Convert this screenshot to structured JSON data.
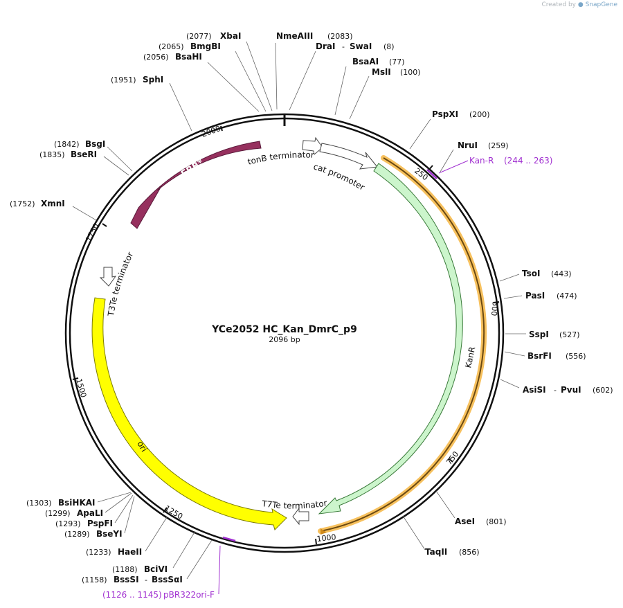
{
  "credit": {
    "prefix": "Created by",
    "brand": "SnapGene"
  },
  "plasmid": {
    "name": "YCe2052 HC_Kan_DmrC_p9",
    "length_label": "2096 bp"
  },
  "ticks": [
    "250",
    "500",
    "750",
    "1000",
    "1250",
    "1500",
    "1750",
    "2000"
  ],
  "features": [
    {
      "label": "FRB*",
      "color": "#96305e",
      "type": "cds",
      "direction": "reverse"
    },
    {
      "label": "tonB terminator",
      "color": "#ffffff",
      "type": "terminator",
      "direction": "forward"
    },
    {
      "label": "cat promoter",
      "color": "#ffffff",
      "type": "promoter",
      "direction": "forward"
    },
    {
      "label": "KanR",
      "color": "#ccf5cc",
      "type": "cds",
      "direction": "forward"
    },
    {
      "label": "T7Te terminator",
      "color": "#ffffff",
      "type": "terminator",
      "direction": "reverse"
    },
    {
      "label": "ori",
      "color": "#ffff00",
      "type": "rep_origin",
      "direction": "forward"
    },
    {
      "label": "T3Te terminator",
      "color": "#ffffff",
      "type": "terminator",
      "direction": "reverse"
    }
  ],
  "primers": [
    {
      "name": "Kan-R",
      "range": "(244 .. 263)",
      "color": "#a02fd0"
    },
    {
      "name": "pBR322ori-F",
      "range": "(1126 .. 1145)",
      "color": "#a02fd0"
    }
  ],
  "enzymes": [
    {
      "name": "XbaI",
      "pos": "(2077)"
    },
    {
      "name": "BmgBI",
      "pos": "(2065)"
    },
    {
      "name": "BsaHI",
      "pos": "(2056)"
    },
    {
      "name": "NmeAIII",
      "pos": "(2083)"
    },
    {
      "name": "DraI",
      "pos": "(8)",
      "pair": "SwaI",
      "dash": "-"
    },
    {
      "name": "BsaAI",
      "pos": "(77)"
    },
    {
      "name": "MslI",
      "pos": "(100)"
    },
    {
      "name": "SphI",
      "pos": "(1951)"
    },
    {
      "name": "PspXI",
      "pos": "(200)"
    },
    {
      "name": "NruI",
      "pos": "(259)"
    },
    {
      "name": "BsgI",
      "pos": "(1842)"
    },
    {
      "name": "BseRI",
      "pos": "(1835)"
    },
    {
      "name": "XmnI",
      "pos": "(1752)"
    },
    {
      "name": "TsoI",
      "pos": "(443)"
    },
    {
      "name": "PasI",
      "pos": "(474)"
    },
    {
      "name": "SspI",
      "pos": "(527)"
    },
    {
      "name": "BsrFI",
      "pos": "(556)"
    },
    {
      "name": "AsiSI",
      "pos": "(602)",
      "pair": "PvuI",
      "dash": "-"
    },
    {
      "name": "AseI",
      "pos": "(801)"
    },
    {
      "name": "TaqII",
      "pos": "(856)"
    },
    {
      "name": "BsiHKAI",
      "pos": "(1303)"
    },
    {
      "name": "ApaLI",
      "pos": "(1299)"
    },
    {
      "name": "PspFI",
      "pos": "(1293)"
    },
    {
      "name": "BseYI",
      "pos": "(1289)"
    },
    {
      "name": "HaeII",
      "pos": "(1233)"
    },
    {
      "name": "BciVI",
      "pos": "(1188)"
    },
    {
      "name": "BssSI",
      "pos": "(1158)",
      "pair": "BssSαI",
      "dash": "-"
    }
  ]
}
